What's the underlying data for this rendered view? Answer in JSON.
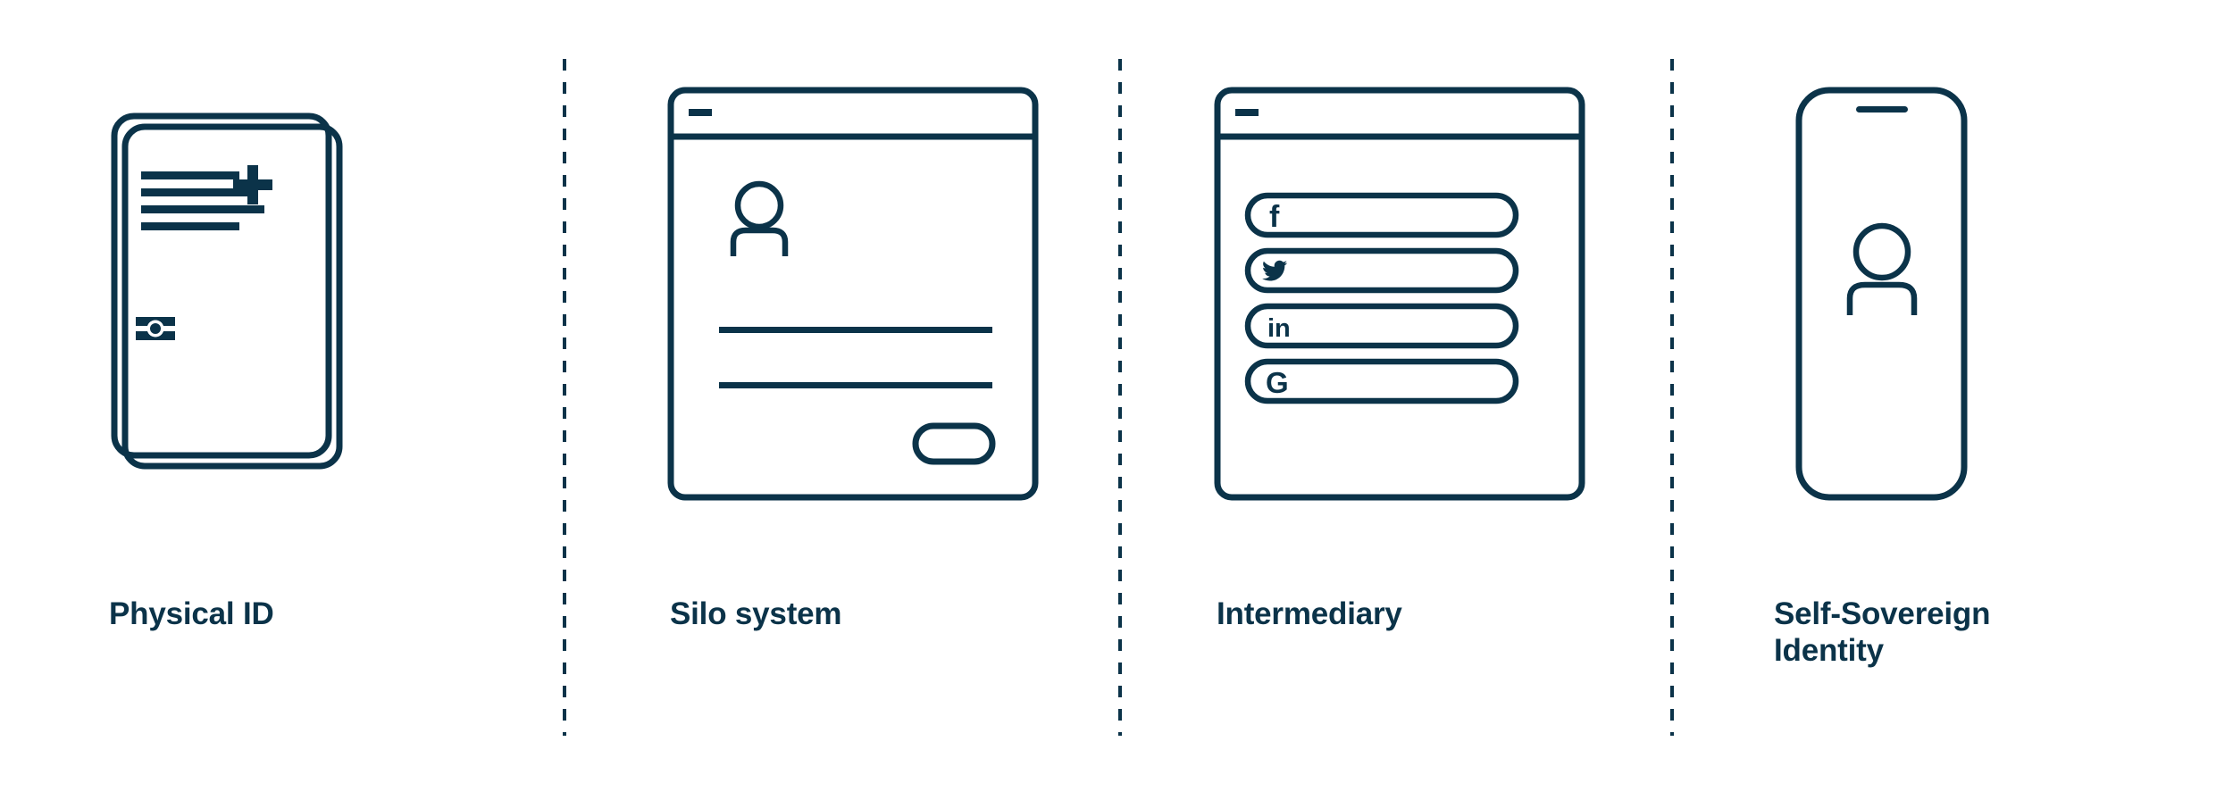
{
  "meta": {
    "accent_color": "#0b3349",
    "background_color": "#ffffff"
  },
  "panels": [
    {
      "id": "physical-id",
      "caption": "Physical ID",
      "icon": "id-card-icon",
      "elements": {
        "text_lines": 4,
        "cross_symbol": "plus-icon",
        "chip": "chip-icon",
        "stacked_cards": 2
      }
    },
    {
      "id": "silo-system",
      "caption": "Silo system",
      "icon": "browser-window-icon",
      "elements": {
        "titlebar_control": "minimize-icon",
        "avatar": "person-icon",
        "input_fields": 2,
        "submit_button": "pill-button"
      }
    },
    {
      "id": "intermediary",
      "caption": "Intermediary",
      "icon": "browser-window-icon",
      "elements": {
        "titlebar_control": "minimize-icon",
        "providers": [
          {
            "name": "Facebook",
            "glyph": "f",
            "icon": "facebook-icon"
          },
          {
            "name": "Twitter",
            "glyph": "",
            "icon": "twitter-icon"
          },
          {
            "name": "LinkedIn",
            "glyph": "in",
            "icon": "linkedin-icon"
          },
          {
            "name": "Google",
            "glyph": "G",
            "icon": "google-icon"
          }
        ]
      }
    },
    {
      "id": "self-sovereign-identity",
      "caption": "Self-Sovereign\nIdentity",
      "icon": "smartphone-icon",
      "elements": {
        "speaker": "speaker-slot",
        "avatar": "person-icon"
      }
    }
  ],
  "dividers": {
    "count": 3,
    "style": "dashed-vertical"
  }
}
